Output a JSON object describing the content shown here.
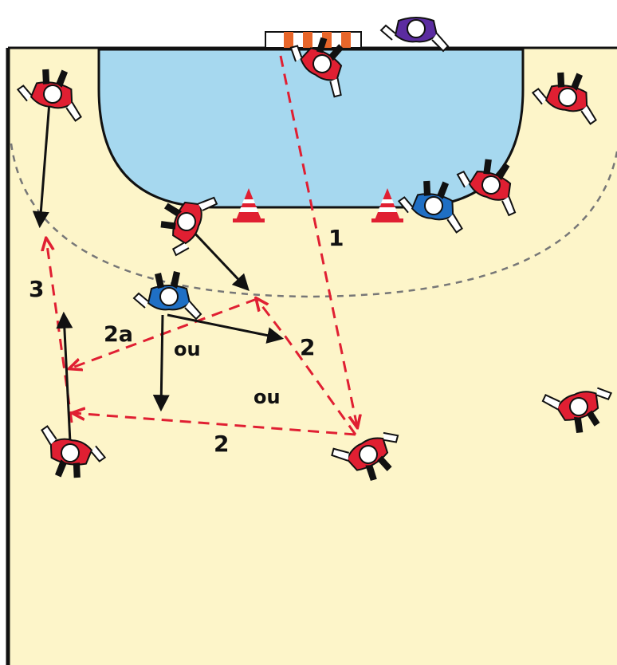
{
  "labels": {
    "pass_1": "1",
    "pass_2_upper": "2",
    "pass_2_lower": "2",
    "pass_2a": "2a",
    "pass_3": "3",
    "or_upper": "ou",
    "or_lower": "ou"
  },
  "colors": {
    "court": "#fdf5c9",
    "goal_area": "#a6d8ef",
    "attack_team": "#e01f32",
    "defense_team": "#1f6fc4",
    "goalkeeper": "#5b2ca0",
    "pass_line": "#e01f32",
    "run_arrow": "#111111",
    "free_throw_line": "#777777",
    "cone": "#e01f32"
  },
  "icons": {
    "player": "player-topdown-icon",
    "cone": "cone-icon",
    "goal": "goal-icon"
  }
}
